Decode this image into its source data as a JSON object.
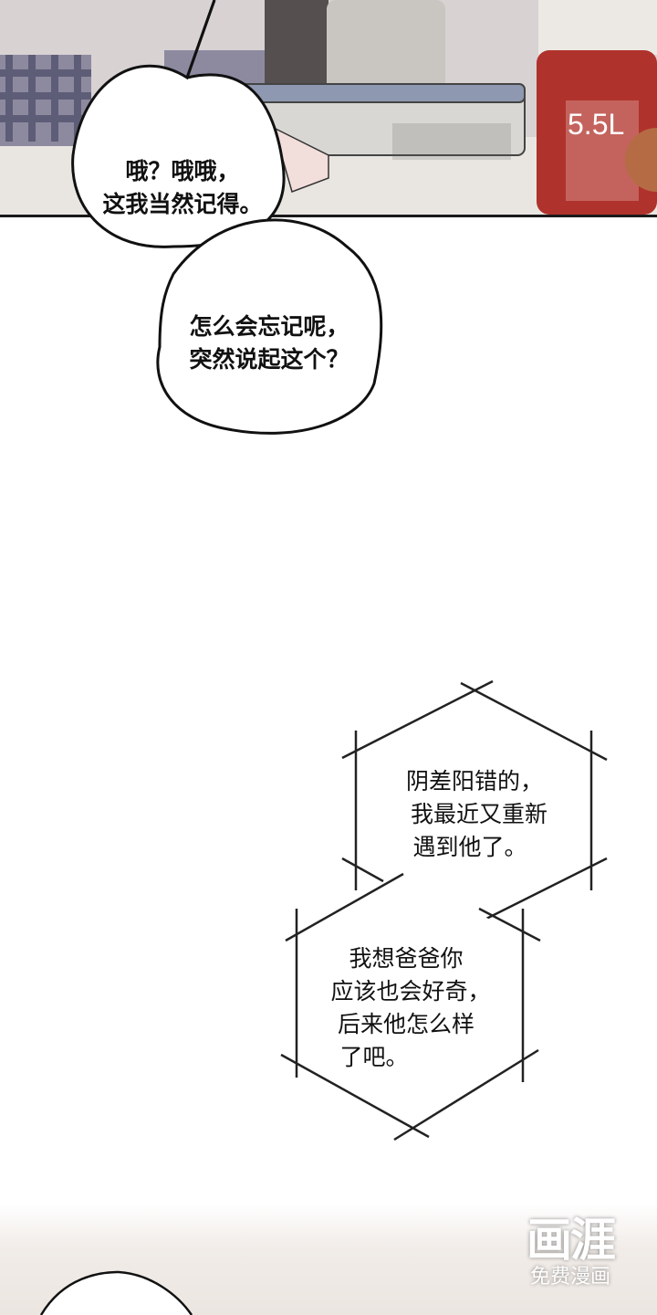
{
  "panel_top": {
    "label_on_container": "5.5L"
  },
  "bubbles": {
    "first": [
      "哦？哦哦，",
      "这我当然记得。"
    ],
    "second": [
      "怎么会忘记呢，",
      "突然说起这个？"
    ]
  },
  "captions": {
    "first": [
      "阴差阳错的，",
      "我最近又重新",
      "遇到他了。"
    ],
    "second": [
      "我想爸爸你",
      "应该也会好奇，",
      "后来他怎么样",
      "了吧。"
    ]
  },
  "watermark": {
    "logo": "画涯",
    "subtitle": "免费漫画"
  }
}
